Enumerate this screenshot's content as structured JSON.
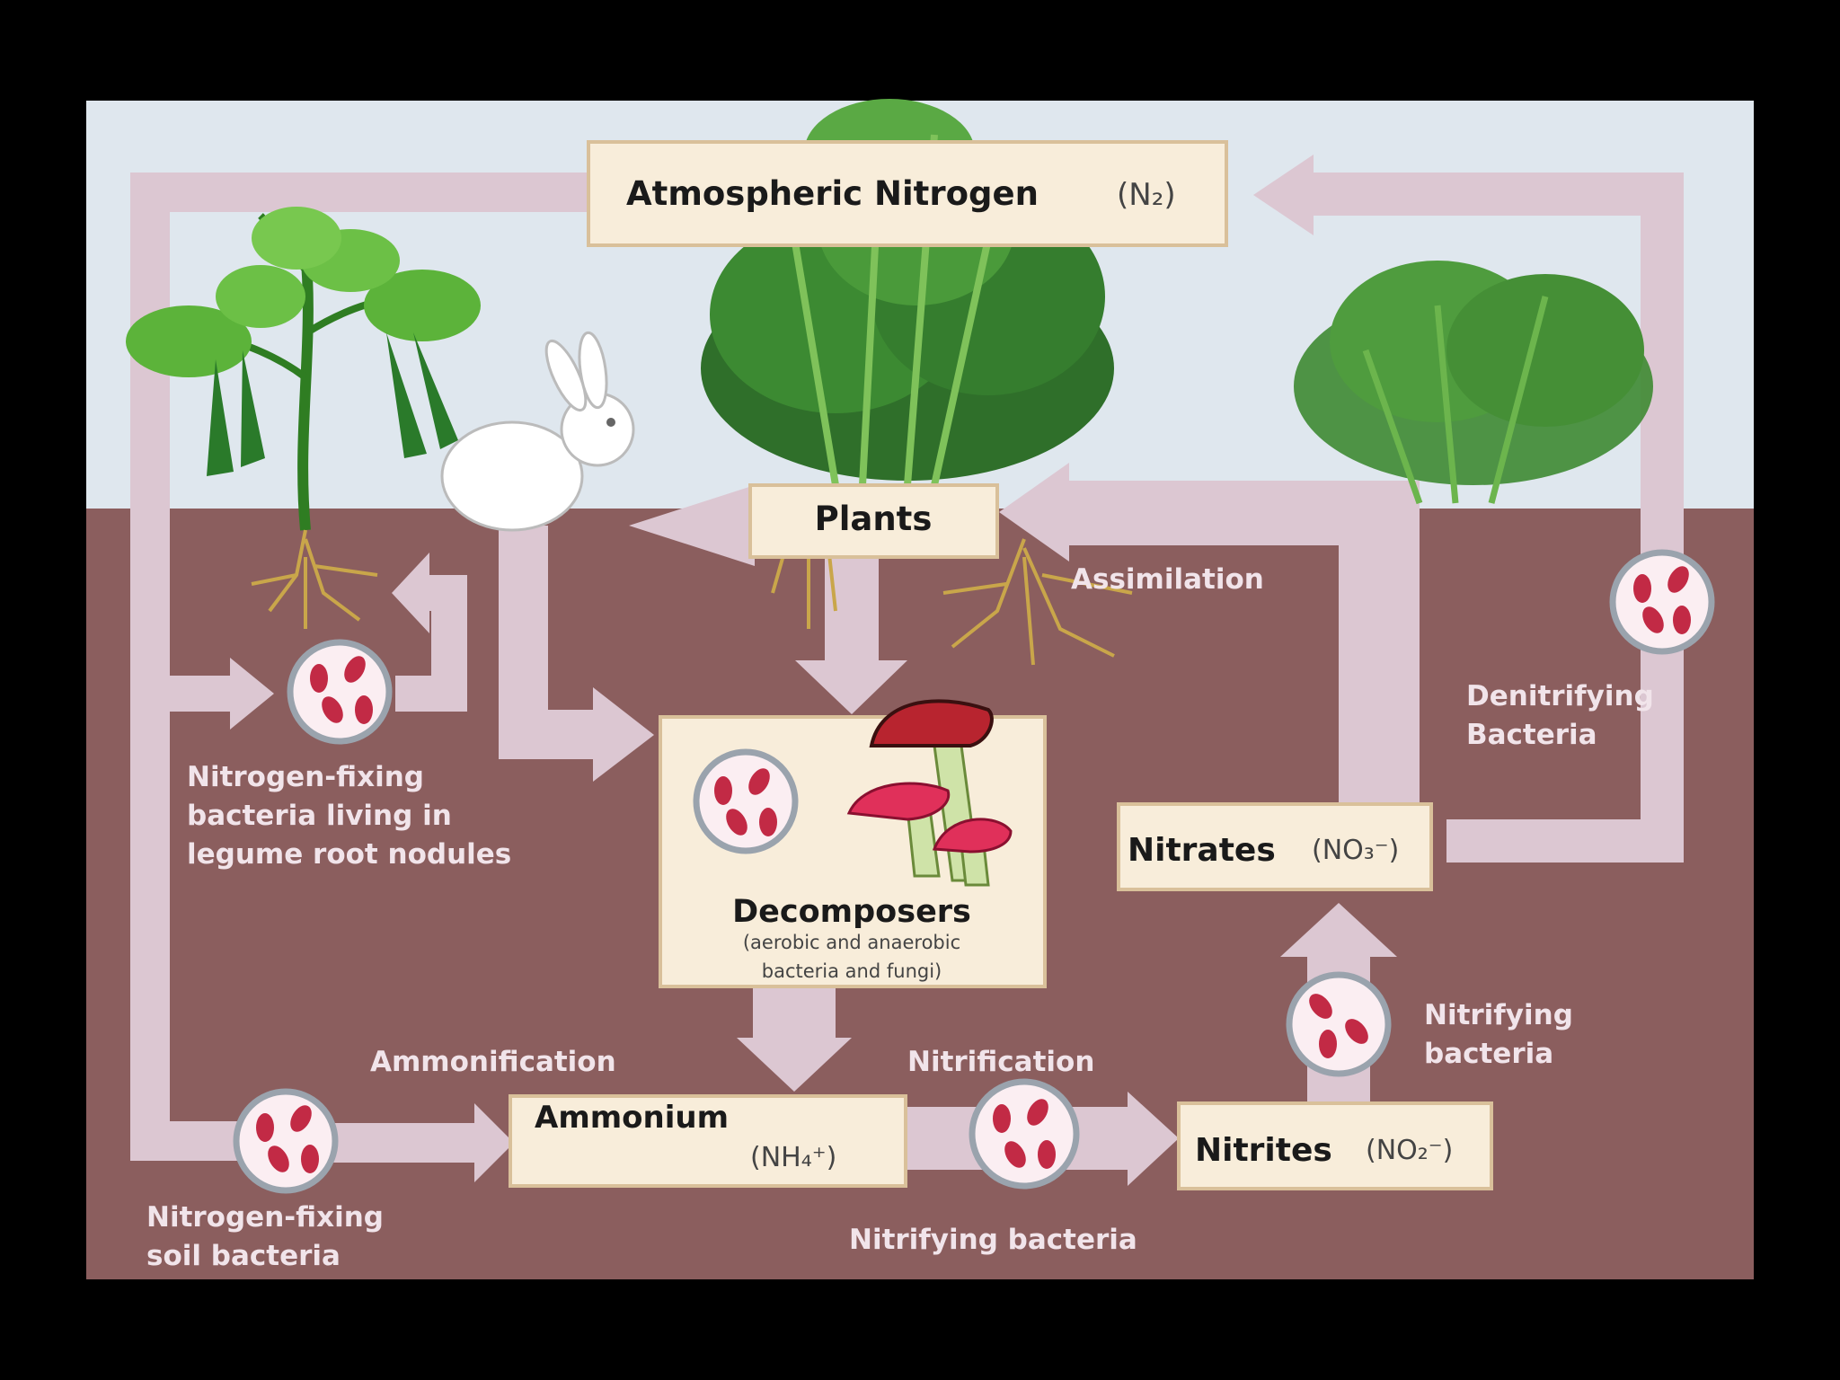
{
  "atmospheric": {
    "label": "Atmospheric Nitrogen",
    "formula": "(N₂)"
  },
  "plants": {
    "label": "Plants"
  },
  "assimilation": {
    "label": "Assimilation"
  },
  "decomposers": {
    "label": "Decomposers",
    "sub1": "(aerobic and anaerobic",
    "sub2": "bacteria and fungi)"
  },
  "ammonification": {
    "label": "Ammonification"
  },
  "nitrification": {
    "label": "Nitrification"
  },
  "ammonium": {
    "label": "Ammonium",
    "formula": "(NH₄⁺)"
  },
  "nitrites": {
    "label": "Nitrites",
    "formula": "(NO₂⁻)"
  },
  "nitrates": {
    "label": "Nitrates",
    "formula": "(NO₃⁻)"
  },
  "legume_bacteria": {
    "line1": "Nitrogen-fixing",
    "line2": "bacteria living in",
    "line3": "legume root nodules"
  },
  "soil_bacteria": {
    "line1": "Nitrogen-fixing",
    "line2": "soil bacteria"
  },
  "nitrifying_bottom": {
    "label": "Nitrifying bacteria"
  },
  "nitrifying_right": {
    "line1": "Nitrifying",
    "line2": "bacteria"
  },
  "denitrifying": {
    "line1": "Denitrifying",
    "line2": "Bacteria"
  },
  "colors": {
    "sky": "#dfe7ee",
    "soil": "#8b5e5e",
    "arrow": "#dcc7d2",
    "box_fill": "#f8edda",
    "bacteria": "#c22a45",
    "leaf": "#3f8f2b"
  }
}
